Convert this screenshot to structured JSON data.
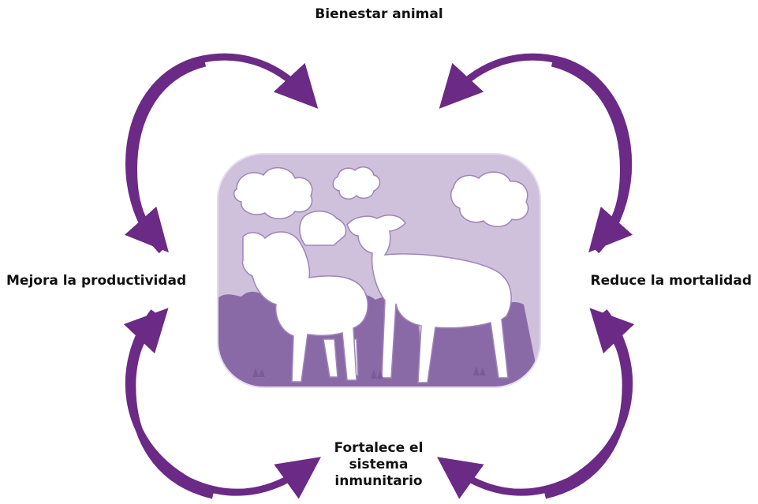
{
  "labels": {
    "top": "Bienestar animal",
    "left": "Mejora la productividad",
    "right": "Reduce la mortalidad",
    "bottom_lines": [
      "Fortalece el",
      "sistema",
      "inmunitario"
    ]
  },
  "colors": {
    "arrow": "#6b2a86",
    "panel_sky": "#cfc1dc",
    "panel_ground": "#8a6aa6",
    "cloud": "#ffffff",
    "sheep": "#ffffff",
    "outline": "#9f84b8"
  },
  "icons": [
    "arrow-icon",
    "sheep-illustration",
    "cloud-icon"
  ]
}
